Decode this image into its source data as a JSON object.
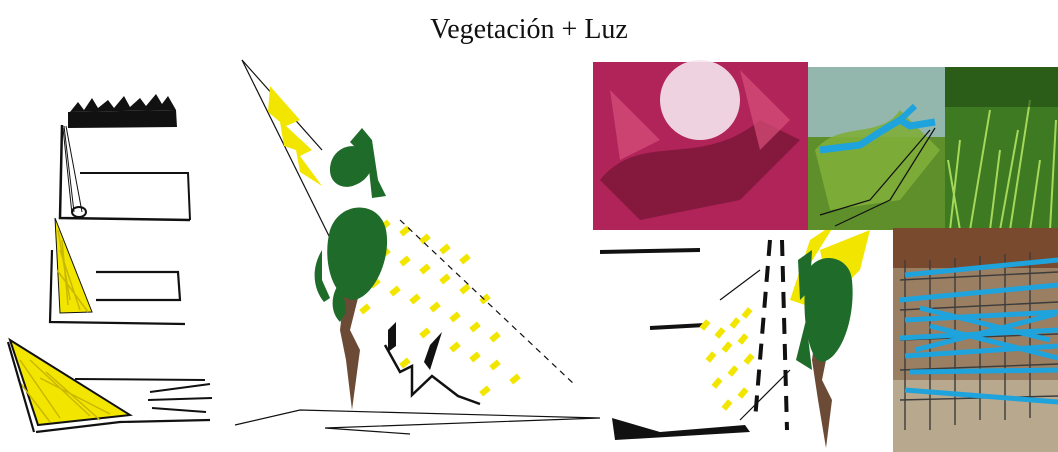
{
  "title": "Vegetación + Luz",
  "colors": {
    "light_yellow": "#f2e600",
    "plant_green": "#1e6b2a",
    "stem_brown": "#6b4a36",
    "ink": "#111111",
    "line_blue": "#1fa3dc",
    "photo_magenta": "#b0245a",
    "photo_leaf": "#5f8f2a",
    "photo_grass": "#3e7a22",
    "photo_room": "#9a7f62"
  },
  "panels": [
    {
      "id": "sketches-left",
      "description_icon": "pencil-sketch"
    },
    {
      "id": "plant-light-center",
      "description_icon": "plant-with-light"
    },
    {
      "id": "plant-light-right",
      "description_icon": "plant-with-dashes"
    },
    {
      "id": "photo-collage",
      "description_icon": "photo"
    }
  ]
}
